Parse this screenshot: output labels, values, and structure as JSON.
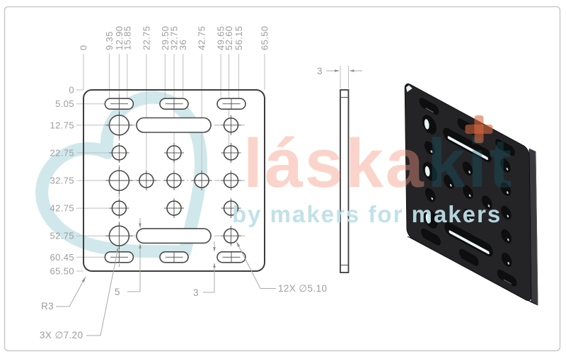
{
  "front_view": {
    "top_dims": [
      "0",
      "9.35",
      "12.90",
      "15.85",
      "22.75",
      "29.50",
      "32.75",
      "36",
      "42.75",
      "49.65",
      "52.60",
      "56.15",
      "65.50"
    ],
    "left_dims": [
      "0",
      "5.05",
      "12.75",
      "22.75",
      "32.75",
      "42.75",
      "52.75",
      "60.45",
      "65.50"
    ],
    "callouts": {
      "corner_radius": "R3",
      "big_holes": "3X ∅7.20",
      "small_holes": "12X ∅5.10",
      "slot_width": "5",
      "slot_offset": "3"
    }
  },
  "side_view": {
    "thickness": "3"
  },
  "watermark": {
    "logo_part1": "láska",
    "logo_part2": "kit",
    "tagline": "by makers for makers",
    "colors": {
      "logo_salmon": "#f29980",
      "logo_teal": "#1a5f6e",
      "tagline_teal": "#bedfe7",
      "heart_teal": "#cbe6eb",
      "plus_orange": "#d9683d"
    }
  },
  "plate_colors": {
    "face": "#242427",
    "hole_interior": "#0e0e0f",
    "edge": "#39393d"
  }
}
